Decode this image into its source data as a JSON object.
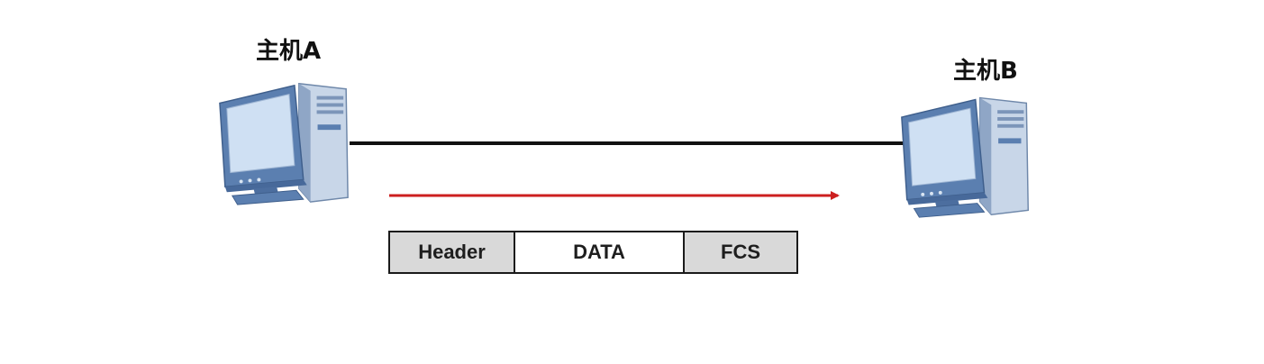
{
  "hosts": {
    "a": {
      "label": "主机A",
      "icon": "desktop-computer-icon"
    },
    "b": {
      "label": "主机B",
      "icon": "desktop-computer-icon"
    }
  },
  "frame": {
    "header": "Header",
    "data": "DATA",
    "fcs": "FCS"
  },
  "colors": {
    "link": "#111111",
    "arrow": "#cc1f1f",
    "frame_shaded": "#d9d9d9",
    "computer_body": "#5b7fb0",
    "computer_screen": "#cfe0f3"
  }
}
